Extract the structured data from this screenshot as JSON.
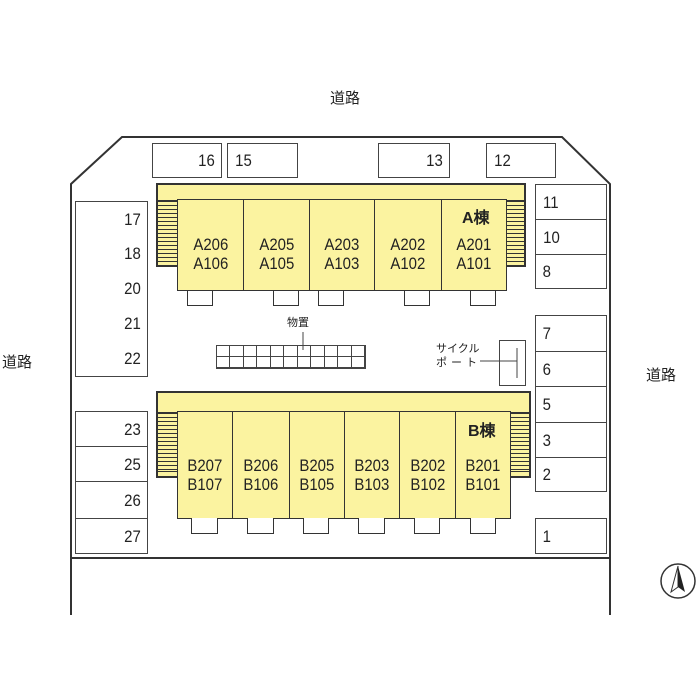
{
  "roads": {
    "top": "道路",
    "left": "道路",
    "right": "道路"
  },
  "parking": {
    "top": [
      "16",
      "15",
      "13",
      "12"
    ],
    "left_upper": [
      "17",
      "18",
      "20",
      "21",
      "22"
    ],
    "left_lower": [
      "23",
      "25",
      "26",
      "27"
    ],
    "right_upper": [
      "11",
      "10",
      "8"
    ],
    "right_lower": [
      "7",
      "6",
      "5",
      "3",
      "2"
    ],
    "right_bottom": "1"
  },
  "building_a": {
    "label": "A棟",
    "units": [
      {
        "upper": "A206",
        "lower": "A106"
      },
      {
        "upper": "A205",
        "lower": "A105"
      },
      {
        "upper": "A203",
        "lower": "A103"
      },
      {
        "upper": "A202",
        "lower": "A102"
      },
      {
        "upper": "A201",
        "lower": "A101"
      }
    ]
  },
  "building_b": {
    "label": "B棟",
    "units": [
      {
        "upper": "B207",
        "lower": "B107"
      },
      {
        "upper": "B206",
        "lower": "B106"
      },
      {
        "upper": "B205",
        "lower": "B105"
      },
      {
        "upper": "B203",
        "lower": "B103"
      },
      {
        "upper": "B202",
        "lower": "B102"
      },
      {
        "upper": "B201",
        "lower": "B101"
      }
    ]
  },
  "facilities": {
    "storage": "物置",
    "cycle_port_line1": "サイクル",
    "cycle_port_line2": "ポート"
  },
  "colors": {
    "building": "#fbf3a0",
    "line": "#333333"
  },
  "north_arrow_icon": "north-arrow-icon"
}
